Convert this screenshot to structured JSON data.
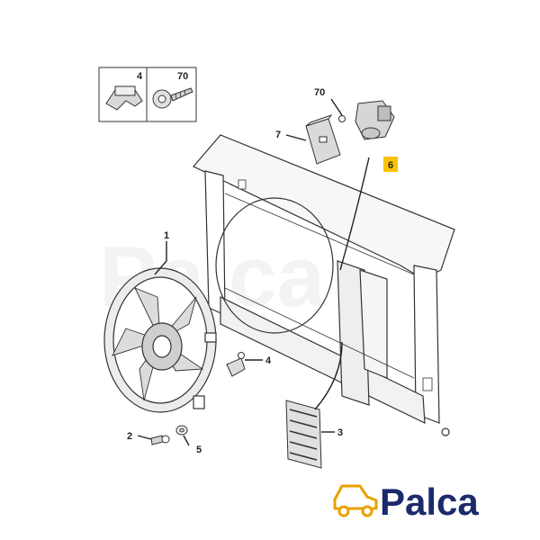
{
  "legend_box": {
    "cells": [
      {
        "label": "4",
        "icon": "clip-icon"
      },
      {
        "label": "70",
        "icon": "screw-icon"
      }
    ]
  },
  "callouts": {
    "c1": "1",
    "c2": "2",
    "c3": "3",
    "c4": "4",
    "c5": "5",
    "c6": "6",
    "c7": "7",
    "c70": "70"
  },
  "logo": {
    "text": "Palca",
    "icon": "car-logo-icon",
    "color": "#e8a100"
  },
  "watermark": {
    "text": "Palca"
  },
  "colors": {
    "highlight_box": "#f6c400",
    "line": "#333333",
    "part_fill": "#e6e6e6"
  }
}
